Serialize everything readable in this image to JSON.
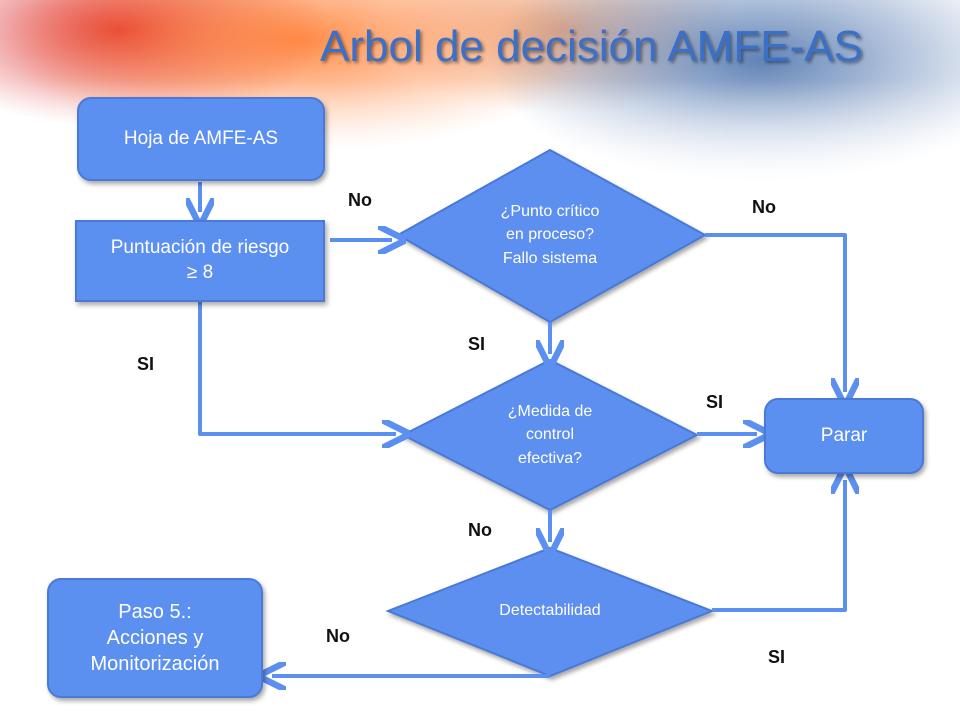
{
  "title": "Arbol de decisión AMFE-AS",
  "nodes": {
    "hoja": "Hoja de AMFE-AS",
    "puntuacion_line1": "Puntuación de riesgo",
    "puntuacion_line2": "≥ 8",
    "punto_critico_line1": "¿Punto crítico",
    "punto_critico_line2": "en proceso?",
    "punto_critico_line3": "Fallo sistema",
    "medida_line1": "¿Medida de",
    "medida_line2": "control",
    "medida_line3": "efectiva?",
    "detectabilidad": "Detectabilidad",
    "parar": "Parar",
    "paso5_line1": "Paso 5.:",
    "paso5_line2": "Acciones y",
    "paso5_line3": "Monitorización"
  },
  "labels": {
    "no_to_punto": "No",
    "no_punto_to_parar": "No",
    "si_punto_to_medida": "SI",
    "si_puntuacion_to_medida": "SI",
    "si_medida_to_parar": "SI",
    "no_medida_to_detect": "No",
    "no_detect_to_paso5": "No",
    "si_detect_to_parar": "SI"
  },
  "colors": {
    "node_fill": "#5b8ff0",
    "connector": "#5b8ff0",
    "title": "#3a70c8"
  }
}
